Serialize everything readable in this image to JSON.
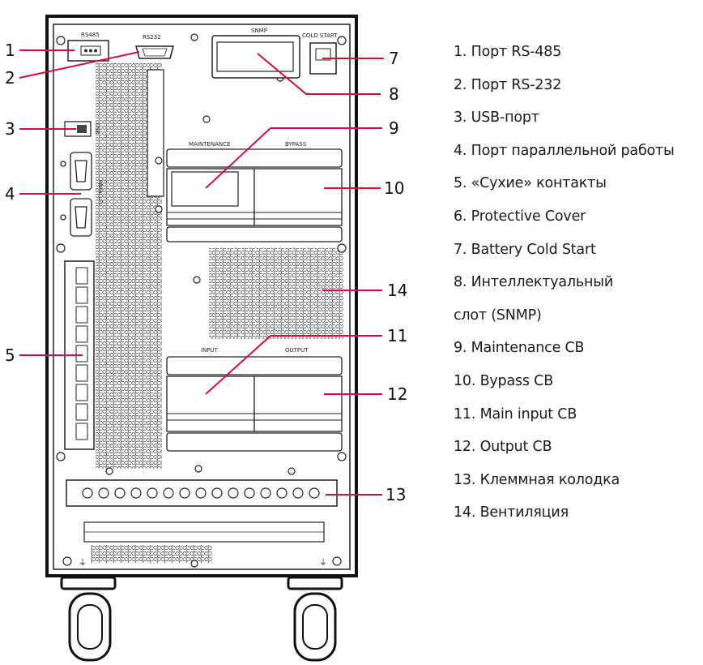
{
  "panel_labels": {
    "rs485": "RS485",
    "rs232": "RS232",
    "snmp": "SNMP",
    "cold_start": "COLD START",
    "usb": "USB",
    "parallel": "PARALLEL",
    "maintenance": "MAINTENANCE",
    "bypass": "BYPASS",
    "input": "INPUT",
    "output": "OUTPUT"
  },
  "callouts": [
    {
      "id": "1",
      "text": "1"
    },
    {
      "id": "2",
      "text": "2"
    },
    {
      "id": "3",
      "text": "3"
    },
    {
      "id": "4",
      "text": "4"
    },
    {
      "id": "5",
      "text": "5"
    },
    {
      "id": "7",
      "text": "7"
    },
    {
      "id": "8",
      "text": "8"
    },
    {
      "id": "9",
      "text": "9"
    },
    {
      "id": "10",
      "text": "10"
    },
    {
      "id": "14",
      "text": "14"
    },
    {
      "id": "11",
      "text": "11"
    },
    {
      "id": "12",
      "text": "12"
    },
    {
      "id": "13",
      "text": "13"
    }
  ],
  "legend": [
    "1. Порт RS-485",
    "2. Порт RS-232",
    "3. USB-порт",
    "4. Порт параллельной работы",
    "5. «Сухие» контакты",
    "6. Protective Cover",
    "7. Battery Cold Start",
    "8. Интеллектуальный",
    "слот (SNMP)",
    "9. Maintenance CB",
    "10. Bypass CB",
    "11. Main input CB",
    "12. Output CB",
    "13. Клеммная колодка",
    "14. Вентиляция"
  ]
}
